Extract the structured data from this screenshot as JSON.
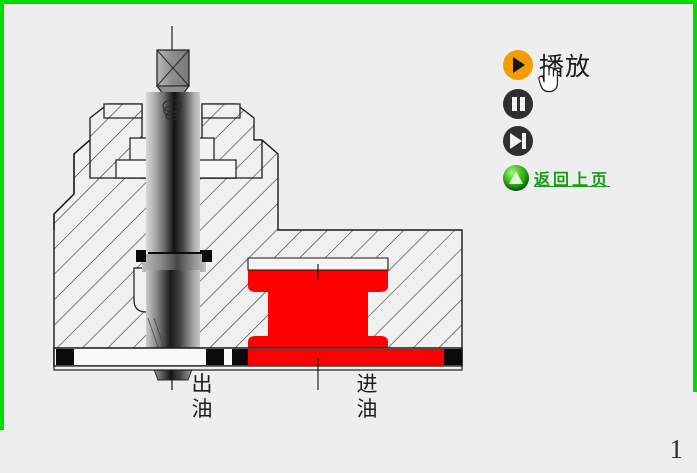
{
  "page": {
    "background_color": "#eeeeee",
    "border_color": "#00dd00",
    "number": "1"
  },
  "controls": {
    "play": {
      "label": "播放",
      "icon": "play-icon",
      "color": "#f59c00"
    },
    "pause": {
      "label": "",
      "icon": "pause-icon",
      "color": "#2f2f2f"
    },
    "next": {
      "label": "",
      "icon": "next-track-icon",
      "color": "#2f2f2f"
    },
    "back": {
      "label": "返回上页",
      "icon": "green-up-arrow-sphere-icon",
      "color": "#169c16"
    }
  },
  "cursor": {
    "icon": "hand-pointer-cursor"
  },
  "diagram": {
    "title": "hydraulic-valve-cross-section",
    "ports": {
      "outlet": "出油",
      "inlet": "进油"
    },
    "colors": {
      "spool_red": "#ff0000",
      "body_fill": "#f0f0f0",
      "hatch_line": "#3c3c3c",
      "seal_black": "#000000",
      "cap_gray": "#9a9a9a"
    }
  }
}
